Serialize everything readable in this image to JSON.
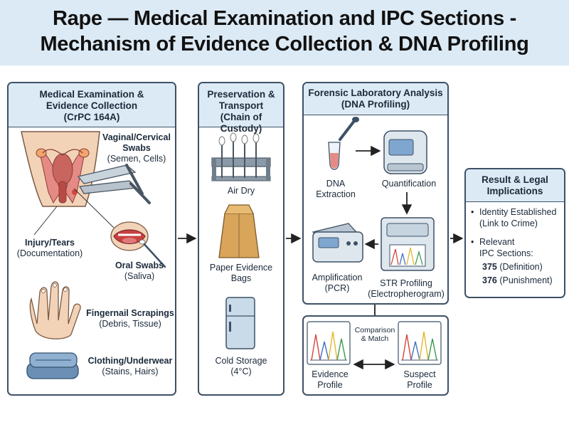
{
  "title": {
    "line1": "Rape — Medical Examination and IPC Sections -",
    "line2": "Mechanism of Evidence Collection & DNA Profiling"
  },
  "exam": {
    "heading": [
      "Medical Examination &",
      "Evidence Collection",
      "(CrPC 164A)"
    ],
    "vaginal": {
      "title": "Vaginal/Cervical",
      "title2": "Swabs",
      "sub": "(Semen, Cells)"
    },
    "injury": {
      "title": "Injury/Tears",
      "sub": "(Documentation)"
    },
    "oral": {
      "title": "Oral Swabs",
      "sub": "(Saliva)"
    },
    "fingernail": {
      "title": "Fingernail Scrapings",
      "sub": "(Debris, Tissue)"
    },
    "clothing": {
      "title": "Clothing/Underwear",
      "sub": "(Stains, Hairs)"
    }
  },
  "preserve": {
    "heading": [
      "Preservation &",
      "Transport",
      "(Chain of Custody)"
    ],
    "air_dry": "Air Dry",
    "paper_bags": [
      "Paper Evidence",
      "Bags"
    ],
    "cold_storage": [
      "Cold Storage",
      "(4°C)"
    ]
  },
  "lab": {
    "heading": [
      "Forensic Laboratory Analysis",
      "(DNA Profiling)"
    ],
    "extraction": [
      "DNA",
      "Extraction"
    ],
    "quantification": "Quantification",
    "amplification": [
      "Amplification",
      "(PCR)"
    ],
    "str": [
      "STR Profiling",
      "(Electropherogram)"
    ]
  },
  "compare": {
    "label": [
      "Comparison",
      "& Match"
    ],
    "evidence": [
      "Evidence",
      "Profile"
    ],
    "suspect": [
      "Suspect",
      "Profile"
    ]
  },
  "result": {
    "heading": [
      "Result & Legal",
      "Implications"
    ],
    "identity": [
      "Identity Established",
      "(Link to Crime)"
    ],
    "relevant": [
      "Relevant",
      "IPC Sections:"
    ],
    "sec375_num": "375",
    "sec375_text": "(Definition)",
    "sec376_num": "376",
    "sec376_text": "(Punishment)"
  },
  "colors": {
    "panel_header": "#dceaf5",
    "border": "#3d5166",
    "skin": "#f3d3b8",
    "tissue": "#e58a84",
    "peak_red": "#d6453c",
    "peak_blue": "#3f6fc4",
    "peak_yellow": "#e5b72a",
    "peak_green": "#3b9a4d"
  }
}
